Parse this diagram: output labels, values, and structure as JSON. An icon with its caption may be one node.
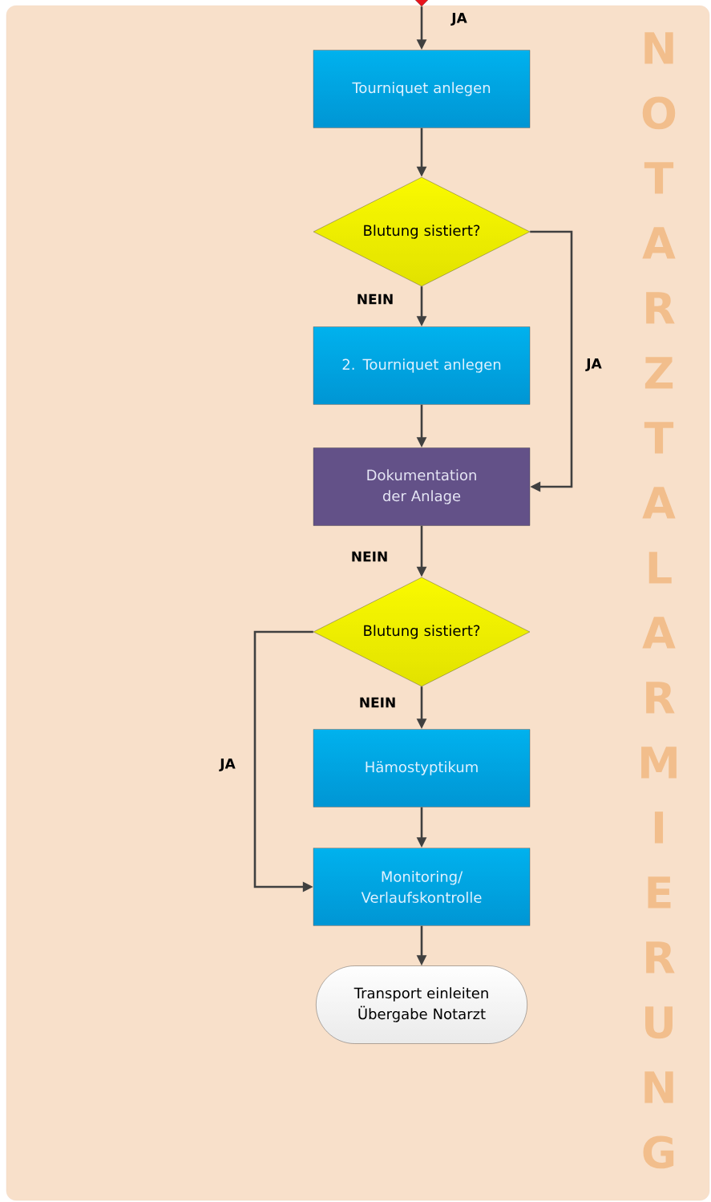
{
  "diagram": {
    "nodes": [
      {
        "text": [],
        "shape": "diamond"
      },
      {
        "text": [
          "Tourniquet anlegen"
        ]
      },
      {
        "text": [
          "Blutung sistiert?"
        ]
      },
      {
        "text": [
          "2. Tourniquet anlegen"
        ]
      },
      {
        "text": [
          "Dokumentation der Anlage"
        ]
      },
      {
        "text": [
          "Blutung sistiert?"
        ]
      },
      {
        "text": [
          "Hämostyptikum"
        ]
      },
      {
        "text": [
          "Monitoring/ Verlaufskontrolle"
        ]
      },
      {
        "text": [
          "Transport einleiten",
          "Übergabe Notarzt"
        ]
      }
    ],
    "edges": [
      {
        "from": 0,
        "to": 1,
        "arrow": "to",
        "label": "JA"
      },
      {
        "from": 1,
        "to": 2,
        "arrow": "to"
      },
      {
        "from": 2,
        "to": 3,
        "arrow": "to",
        "label": "NEIN"
      },
      {
        "from": 2,
        "to": 4,
        "arrow": "to",
        "label": "JA"
      },
      {
        "from": 3,
        "to": 4,
        "arrow": "to"
      },
      {
        "from": 4,
        "to": 5,
        "arrow": "to",
        "label": "NEIN"
      },
      {
        "from": 5,
        "to": 6,
        "arrow": "to",
        "label": "NEIN"
      },
      {
        "from": 5,
        "to": 7,
        "arrow": "to",
        "label": "JA"
      },
      {
        "from": 6,
        "to": 7,
        "arrow": "to"
      },
      {
        "from": 7,
        "to": 8,
        "arrow": "to"
      }
    ],
    "labels": [
      "NOTARZT ALARMIERUNG"
    ]
  }
}
